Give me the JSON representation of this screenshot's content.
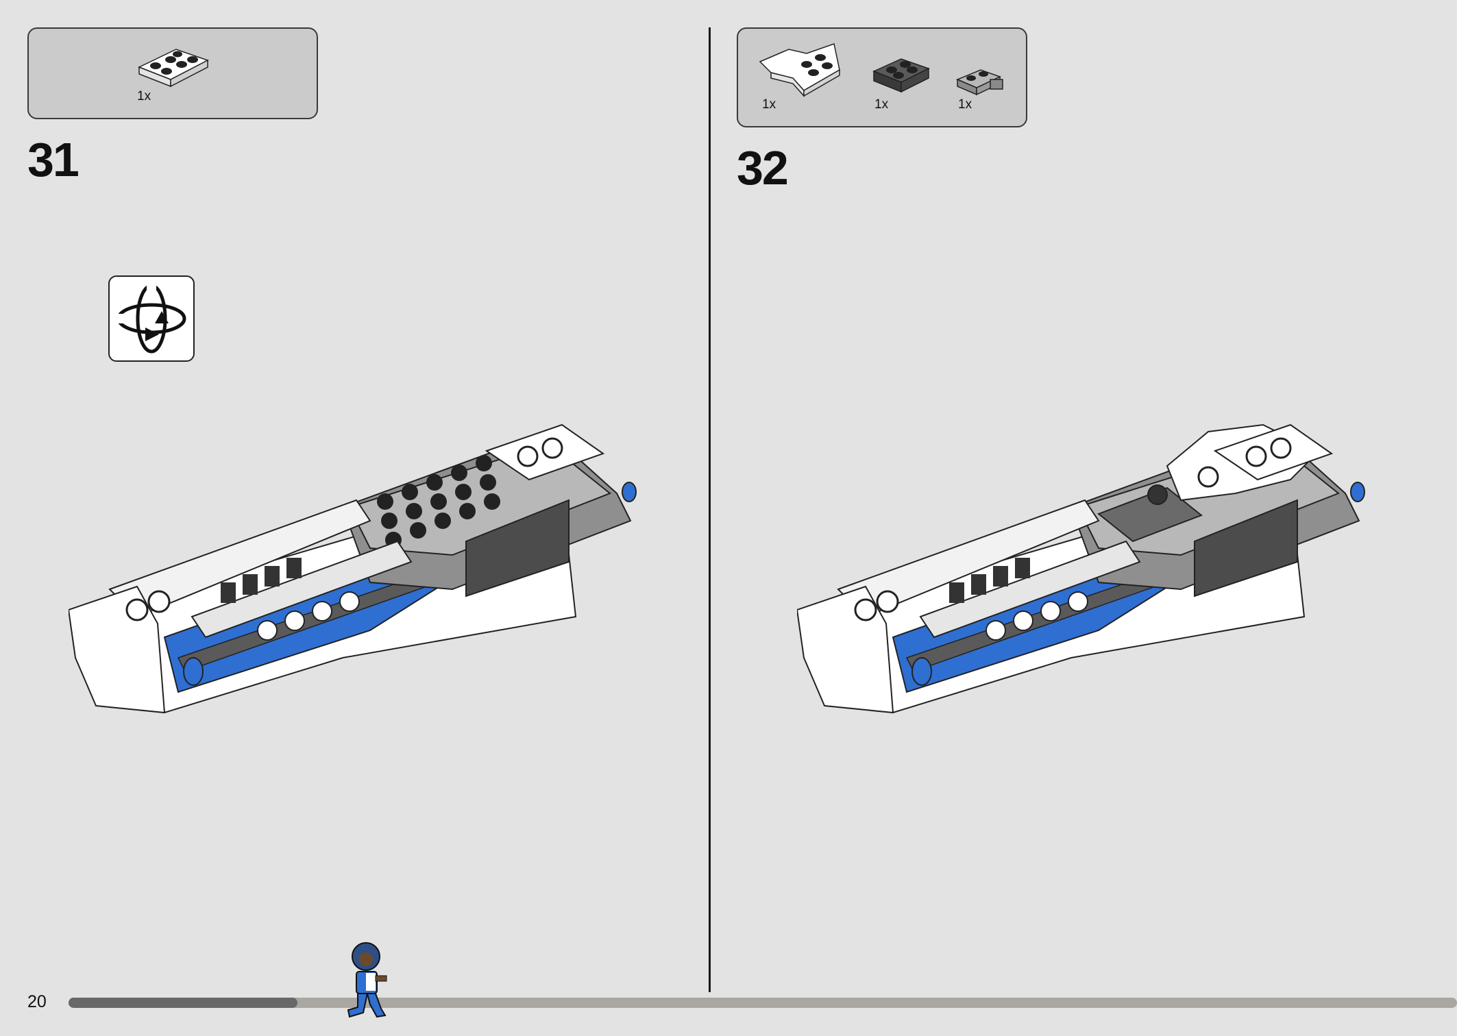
{
  "page": {
    "number": "20"
  },
  "steps": [
    {
      "number": "31",
      "parts": [
        {
          "qty": "1x",
          "icon": "white-2x4-plate-icon"
        }
      ],
      "extra_icon": "rotate-model-icon"
    },
    {
      "number": "32",
      "parts": [
        {
          "qty": "1x",
          "icon": "white-wedge-plate-icon"
        },
        {
          "qty": "1x",
          "icon": "dark-gray-2x2-plate-icon"
        },
        {
          "qty": "1x",
          "icon": "gray-plate-with-clip-icon"
        }
      ]
    }
  ],
  "progress": {
    "fraction": 0.165
  },
  "colors": {
    "background": "#e3e3e3",
    "callout": "#cbcbcb",
    "blue": "#2f6fd1",
    "progress_fill": "#686868",
    "progress_track": "#aaa6a1"
  }
}
